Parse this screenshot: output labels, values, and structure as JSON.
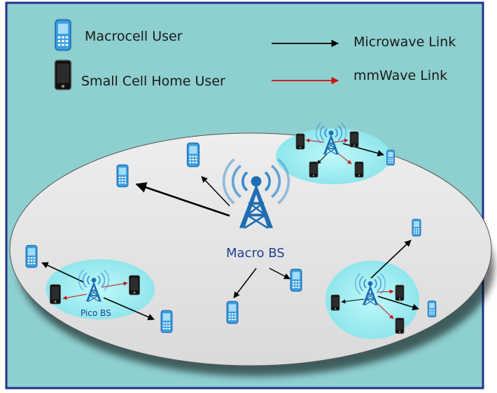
{
  "colors": {
    "background": "#8ecfcf",
    "border": "#22328a",
    "main_area": "#e3e3e3",
    "cell_fill": "#9ff0f4",
    "tower": "#1f6db2",
    "microwave_link": "#000000",
    "mmwave_link": "#cc1111",
    "macro_phone": "#3a9fe0"
  },
  "legend": {
    "macro_user_label": "Macrocell User",
    "small_cell_user_label": "Small Cell Home User",
    "microwave_label": "Microwave Link",
    "mmwave_label": "mmWave Link",
    "macro_user_icon": "blue-mobile-phone-icon",
    "small_cell_user_icon": "black-smartphone-icon"
  },
  "diagram": {
    "macro_bs_label": "Macro BS",
    "pico_bs_label": "Pico BS"
  }
}
